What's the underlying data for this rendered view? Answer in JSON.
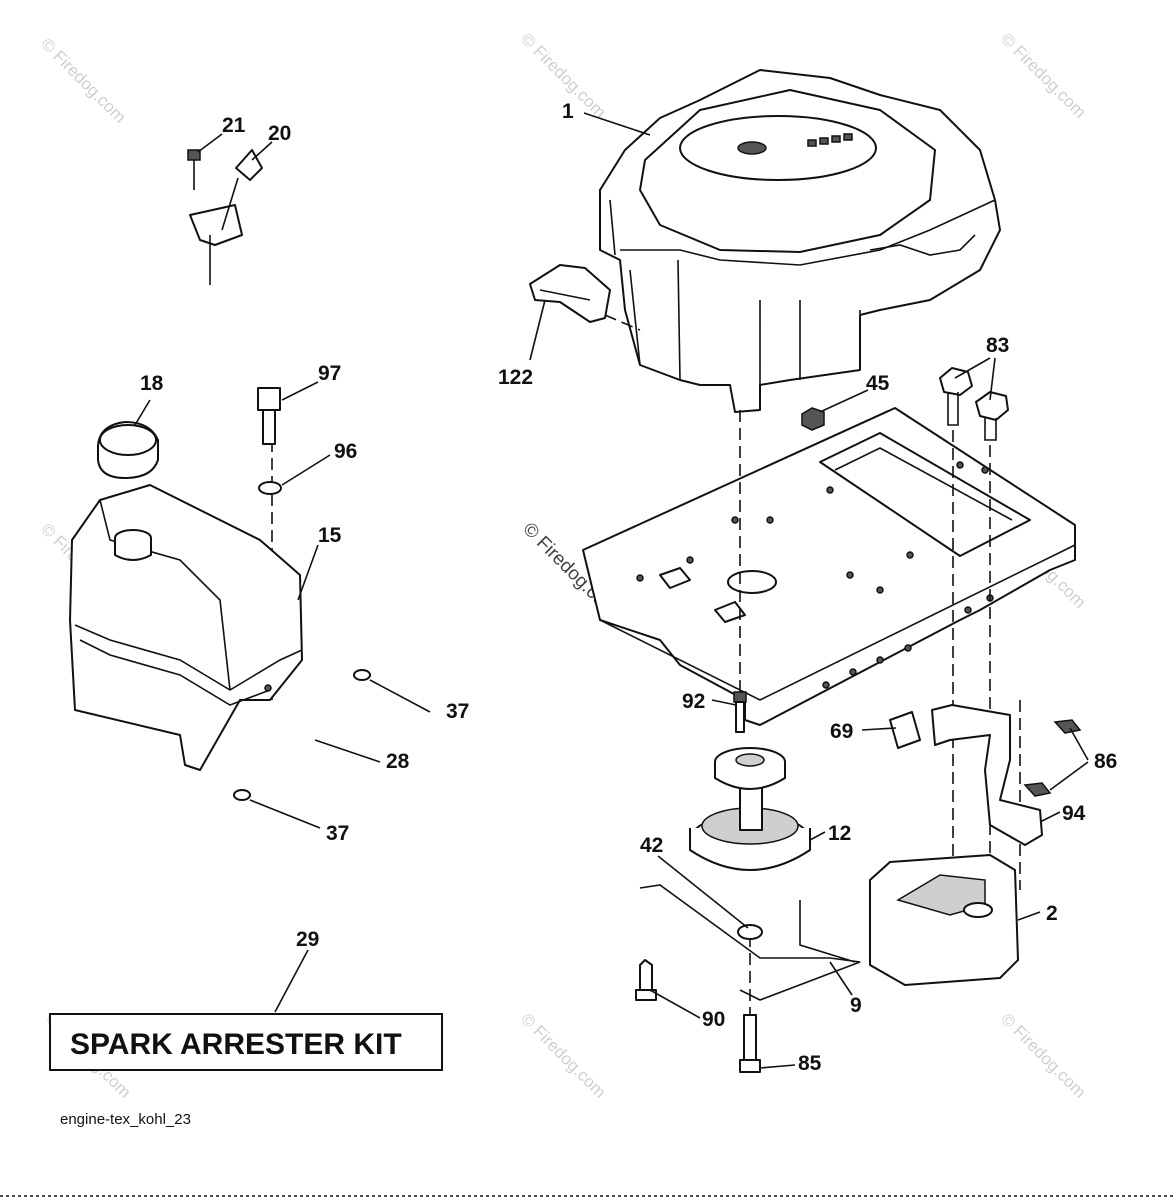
{
  "labels": {
    "p1": "1",
    "p122": "122",
    "p45": "45",
    "p83": "83",
    "p21": "21",
    "p20": "20",
    "p18": "18",
    "p97": "97",
    "p96": "96",
    "p15": "15",
    "p37a": "37",
    "p28": "28",
    "p37b": "37",
    "p92": "92",
    "p69": "69",
    "p86": "86",
    "p94": "94",
    "p12": "12",
    "p42": "42",
    "p2": "2",
    "p9": "9",
    "p90": "90",
    "p85": "85",
    "p29": "29"
  },
  "kit_label": "SPARK ARRESTER KIT",
  "footer_code": "engine-tex_kohl_23",
  "watermark": "© Firedog.com",
  "colors": {
    "line": "#111111",
    "watermark": "#cfcfcf",
    "shade": "#cfcfcf"
  }
}
